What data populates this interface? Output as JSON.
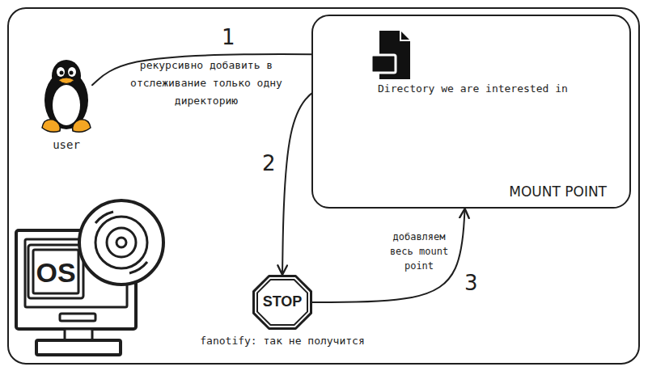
{
  "diagram": {
    "nodes": [
      {
        "text": [
          "user"
        ]
      },
      {
        "text": [
          "MOUNT POINT"
        ]
      },
      {
        "text": [
          "Directory we are interested in"
        ],
        "in": 1
      },
      {
        "text": [
          "STOP",
          "fanotify: так не получится"
        ]
      }
    ],
    "edges": [
      {
        "from": 0,
        "to": 2,
        "arrow": "to",
        "label": "рекурсивно добавить в отслеживание только одну директорию"
      },
      {
        "from": 2,
        "to": 3,
        "arrow": "to"
      },
      {
        "from": 3,
        "to": 1,
        "arrow": "to",
        "label": "добавляем весь mount point"
      }
    ],
    "labels": [
      "1",
      "2",
      "OS",
      "3"
    ]
  }
}
